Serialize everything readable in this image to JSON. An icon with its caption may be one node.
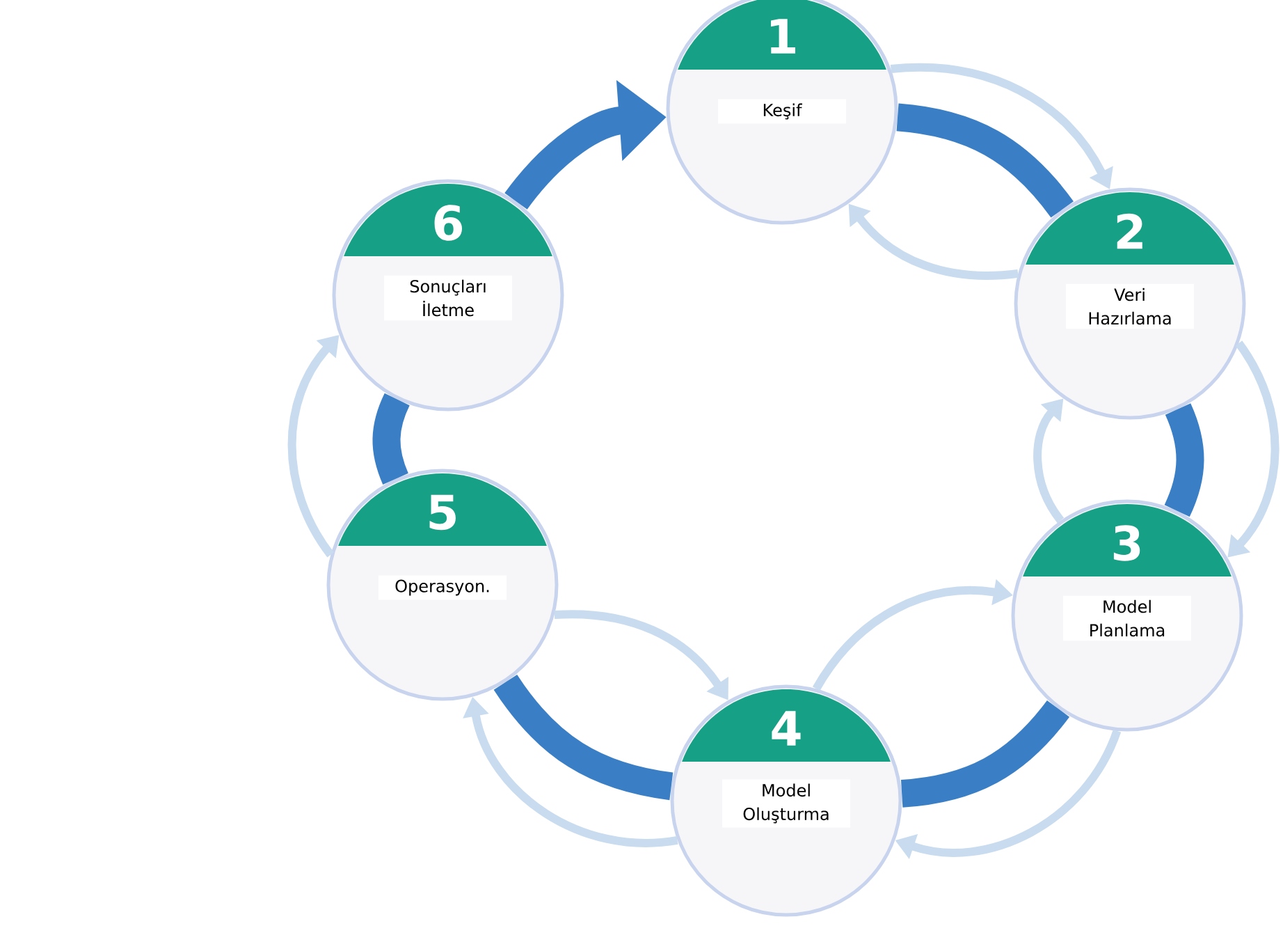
{
  "diagram": {
    "nodes": [
      {
        "text": [
          "1",
          "Keşif"
        ]
      },
      {
        "text": [
          "2",
          "Veri Hazırlama"
        ]
      },
      {
        "text": [
          "3",
          "Model Planlama"
        ]
      },
      {
        "text": [
          "4",
          "Model Oluşturma"
        ]
      },
      {
        "text": [
          "5",
          "Operasyon."
        ]
      },
      {
        "text": [
          "6",
          "Sonuçları İletme"
        ]
      }
    ],
    "edges": [
      {
        "from": 0,
        "to": 1,
        "arrow": "none",
        "style": "thick",
        "color": "#3a7fc6"
      },
      {
        "from": 1,
        "to": 2,
        "arrow": "none",
        "style": "thick",
        "color": "#3a7fc6"
      },
      {
        "from": 2,
        "to": 3,
        "arrow": "none",
        "style": "thick",
        "color": "#3a7fc6"
      },
      {
        "from": 3,
        "to": 4,
        "arrow": "none",
        "style": "thick",
        "color": "#3a7fc6"
      },
      {
        "from": 4,
        "to": 5,
        "arrow": "none",
        "style": "thick",
        "color": "#3a7fc6"
      },
      {
        "from": 5,
        "to": 0,
        "arrow": "to",
        "style": "thick",
        "color": "#3a7fc6"
      },
      {
        "from": 0,
        "to": 1,
        "arrow": "to"
      },
      {
        "from": 1,
        "to": 0,
        "arrow": "to"
      },
      {
        "from": 1,
        "to": 2,
        "arrow": "to"
      },
      {
        "from": 2,
        "to": 1,
        "arrow": "to"
      },
      {
        "from": 3,
        "to": 2,
        "arrow": "to"
      },
      {
        "from": 2,
        "to": 3,
        "arrow": "to"
      },
      {
        "from": 4,
        "to": 3,
        "arrow": "to"
      },
      {
        "from": 3,
        "to": 4,
        "arrow": "to"
      },
      {
        "from": 4,
        "to": 5,
        "arrow": "to"
      }
    ]
  }
}
